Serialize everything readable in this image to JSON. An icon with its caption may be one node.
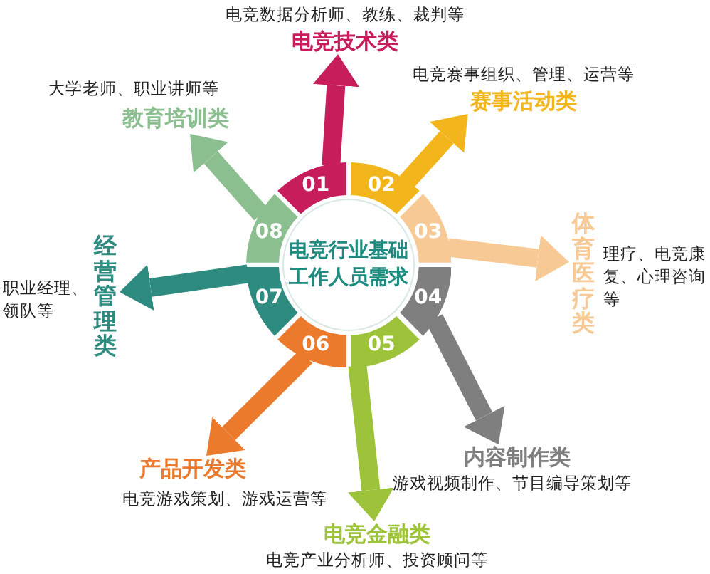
{
  "diagram": {
    "nodes": [
      {
        "text": [
          "电竞行业基础工作人员需求"
        ]
      },
      {
        "text": [
          "01"
        ]
      },
      {
        "text": [
          "02"
        ]
      },
      {
        "text": [
          "03"
        ]
      },
      {
        "text": [
          "04"
        ]
      },
      {
        "text": [
          "05"
        ]
      },
      {
        "text": [
          "06"
        ]
      },
      {
        "text": [
          "07"
        ]
      },
      {
        "text": [
          "08"
        ]
      },
      {
        "text": [
          "电竞数据分析师、教练、裁判等",
          "电竞技术类"
        ]
      },
      {
        "text": [
          "电竞赛事组织、管理、运营等",
          "赛事活动类"
        ]
      },
      {
        "text": [
          "体育医疗类",
          "理疗、电竞康复、心理咨询等"
        ]
      },
      {
        "text": [
          "内容制作类",
          "游戏视频制作、节目编导策划等"
        ]
      },
      {
        "text": [
          "电竞金融类",
          "电竞产业分析师、投资顾问等"
        ]
      },
      {
        "text": [
          "产品开发类",
          "电竞游戏策划、游戏运营等"
        ]
      },
      {
        "text": [
          "职业经理、领队等",
          "经营管理类"
        ]
      },
      {
        "text": [
          "大学老师、职业讲师等",
          "教育培训类"
        ]
      }
    ],
    "edges": [
      {
        "from": 1,
        "to": 9,
        "arrow": "to",
        "color": "#c81d5b"
      },
      {
        "from": 2,
        "to": 10,
        "arrow": "to",
        "color": "#f2b51c"
      },
      {
        "from": 3,
        "to": 11,
        "arrow": "to",
        "color": "#f7c995"
      },
      {
        "from": 4,
        "to": 12,
        "arrow": "to",
        "color": "#7f7f7f"
      },
      {
        "from": 5,
        "to": 13,
        "arrow": "to",
        "color": "#9dc33b"
      },
      {
        "from": 6,
        "to": 14,
        "arrow": "to",
        "color": "#ec7a2c"
      },
      {
        "from": 7,
        "to": 15,
        "arrow": "to",
        "color": "#2e8b80"
      },
      {
        "from": 8,
        "to": 16,
        "arrow": "to",
        "color": "#8cbf8f"
      }
    ]
  }
}
